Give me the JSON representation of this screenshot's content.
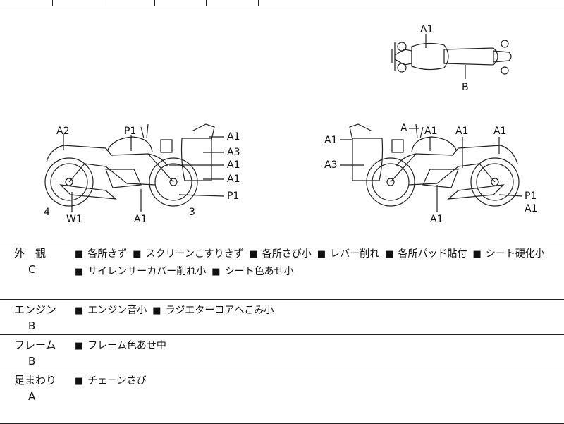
{
  "top_strip": {
    "cells": [
      "",
      "",
      "",
      "",
      "",
      ""
    ]
  },
  "diagram": {
    "top_view": {
      "labels": [
        "A1",
        "B"
      ]
    },
    "left_view": {
      "labels": [
        "A2",
        "P1",
        "A1",
        "A3",
        "A1",
        "A1",
        "P1",
        "4",
        "W1",
        "A1",
        "3"
      ]
    },
    "right_view": {
      "labels": [
        "A",
        "A1",
        "A1",
        "A1",
        "A1",
        "A3",
        "P1",
        "A1",
        "A1"
      ]
    }
  },
  "inspection": [
    {
      "category": "外　観",
      "grade": "C",
      "lines": [
        [
          "各所きず",
          "スクリーンこすりきず",
          "各所さび小",
          "レバー削れ",
          "各所パッド貼付",
          "シート硬化小"
        ],
        [
          "サイレンサーカバー削れ小",
          "シート色あせ小"
        ]
      ]
    },
    {
      "category": "エンジン",
      "grade": "B",
      "lines": [
        [
          "エンジン音小",
          "ラジエターコアへこみ小"
        ]
      ]
    },
    {
      "category": "フレーム",
      "grade": "B",
      "lines": [
        [
          "フレーム色あせ中"
        ]
      ]
    },
    {
      "category": "足まわり",
      "grade": "A",
      "lines": [
        [
          "チェーンさび"
        ]
      ]
    }
  ],
  "bullet": "■"
}
